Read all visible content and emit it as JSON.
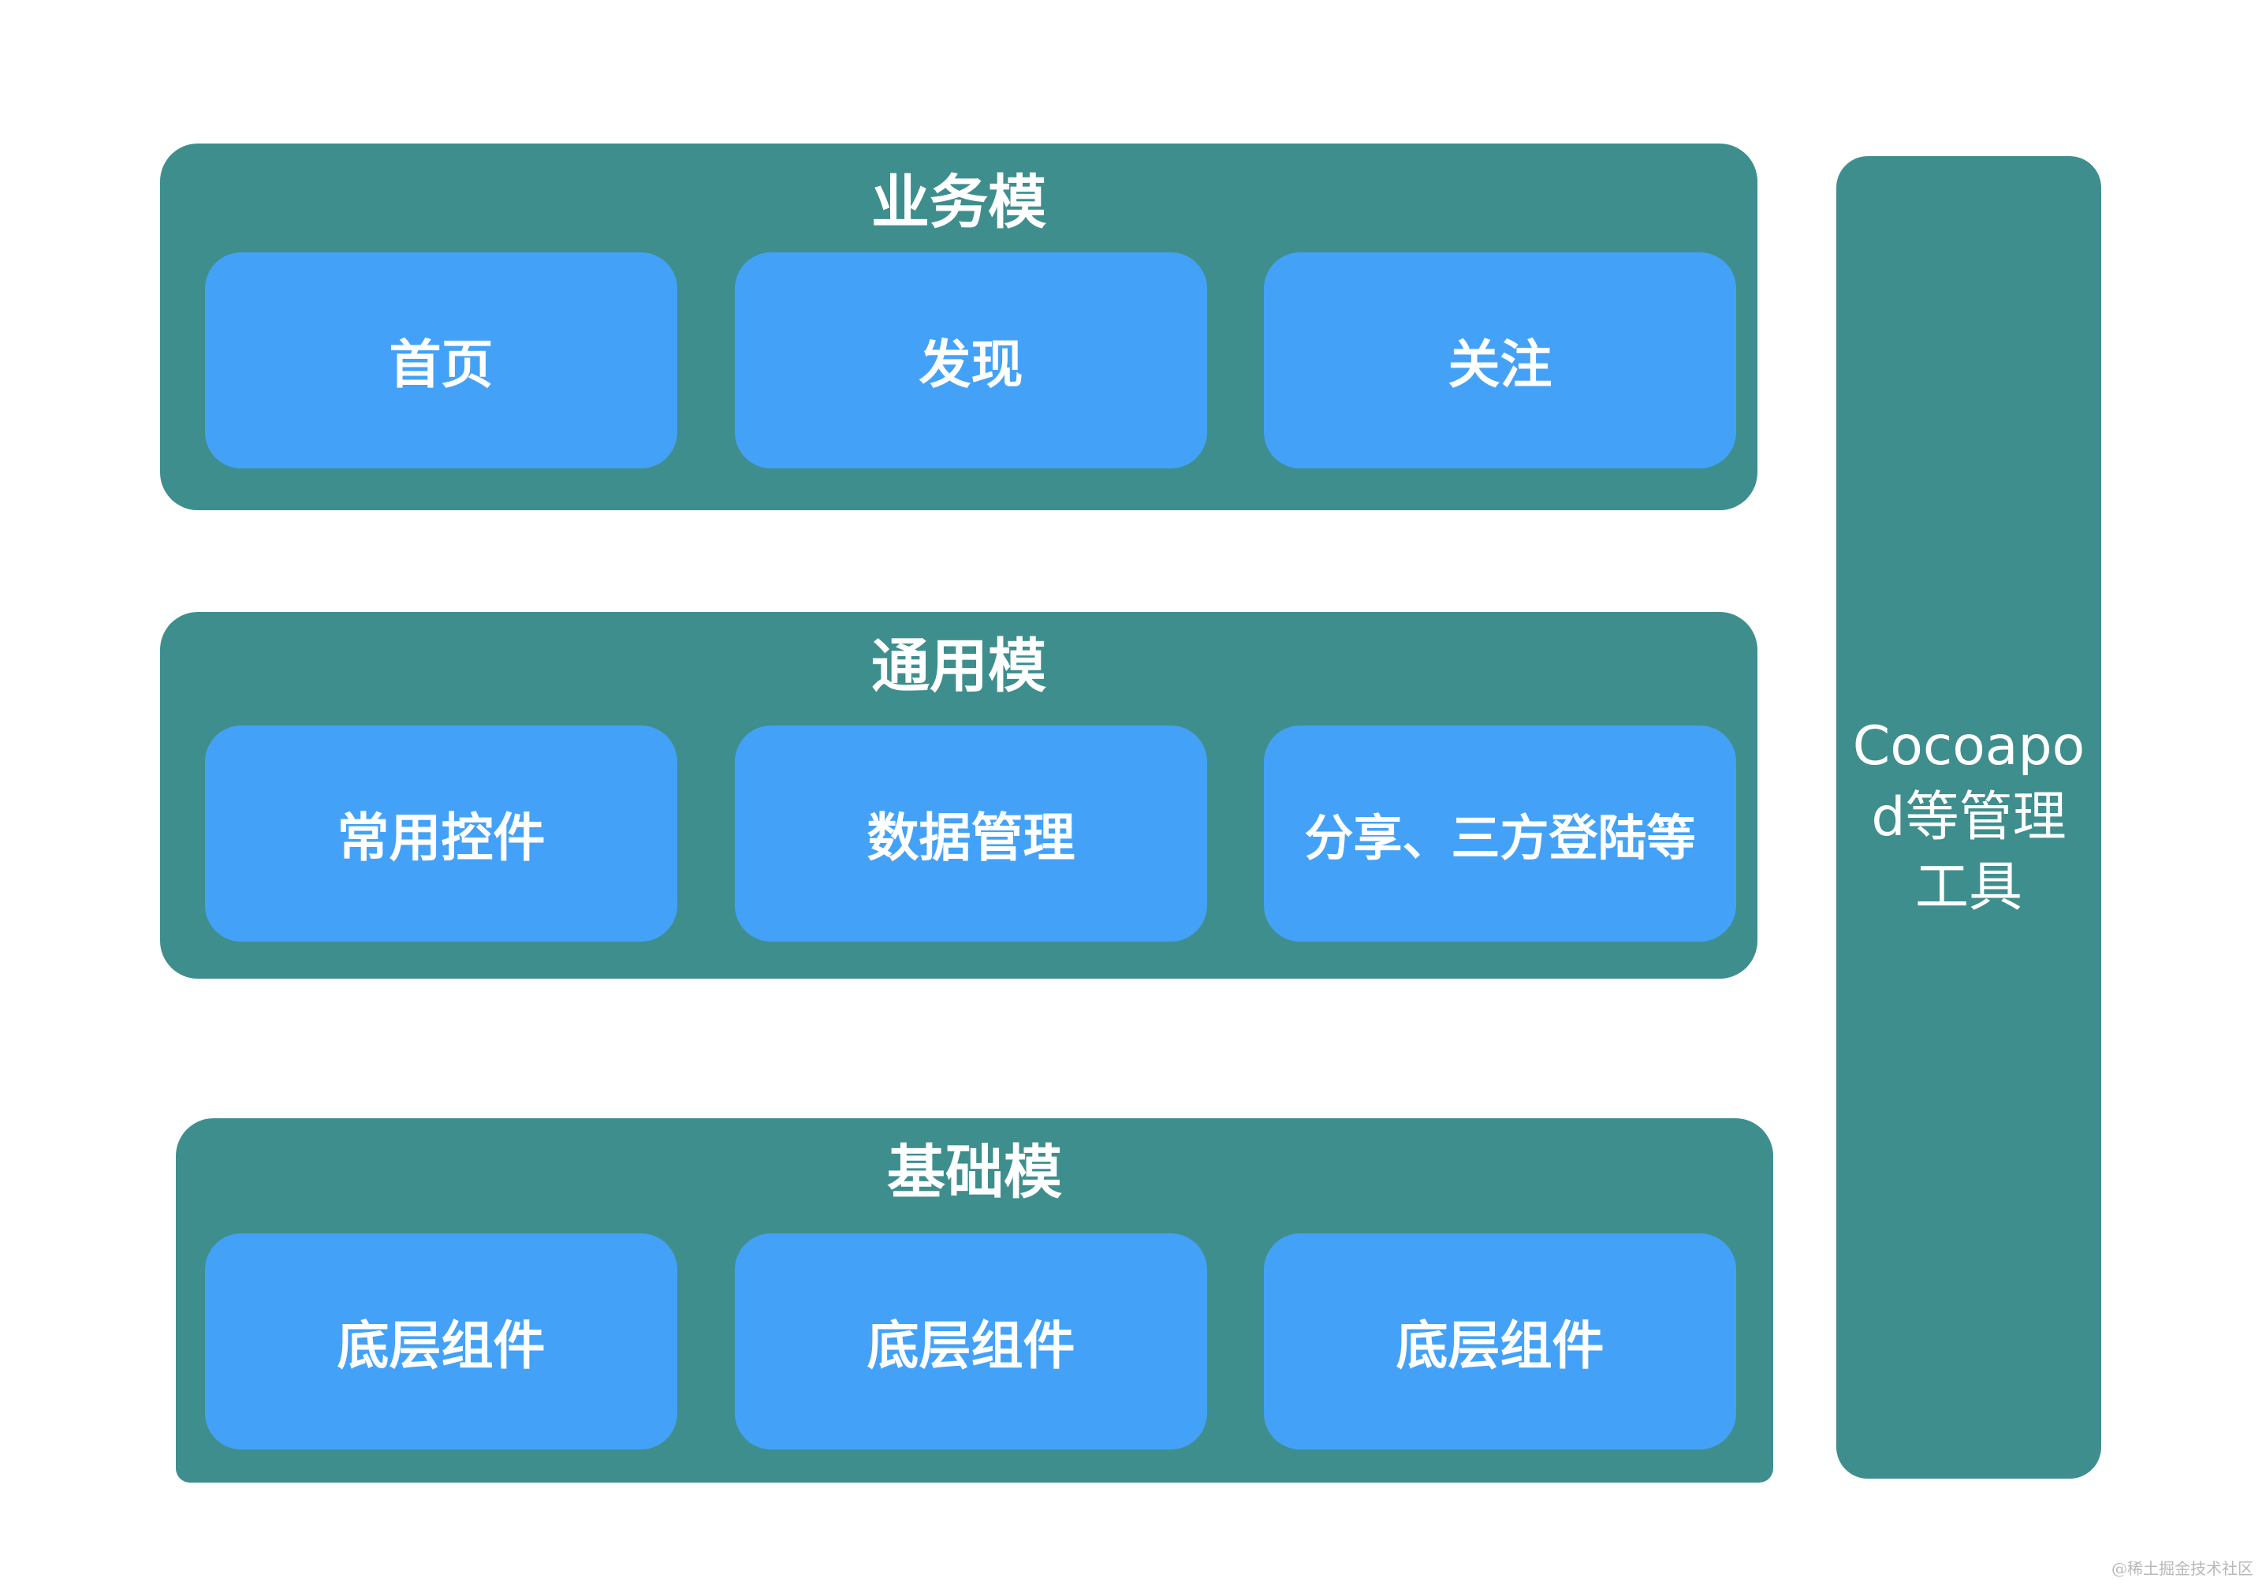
{
  "layers": [
    {
      "title": "业务模",
      "modules": [
        "首页",
        "发现",
        "关注"
      ]
    },
    {
      "title": "通用模",
      "modules": [
        "常用控件",
        "数据管理",
        "分享、三方登陆等"
      ]
    },
    {
      "title": "基础模",
      "modules": [
        "底层组件",
        "底层组件",
        "底层组件"
      ]
    }
  ],
  "side_tool": {
    "label": "Cocoapod等管理工具"
  },
  "watermark": "@稀土掘金技术社区",
  "colors": {
    "layer_background": "#3f8e8e",
    "module_background": "#43a2f7",
    "text": "#ffffff"
  }
}
